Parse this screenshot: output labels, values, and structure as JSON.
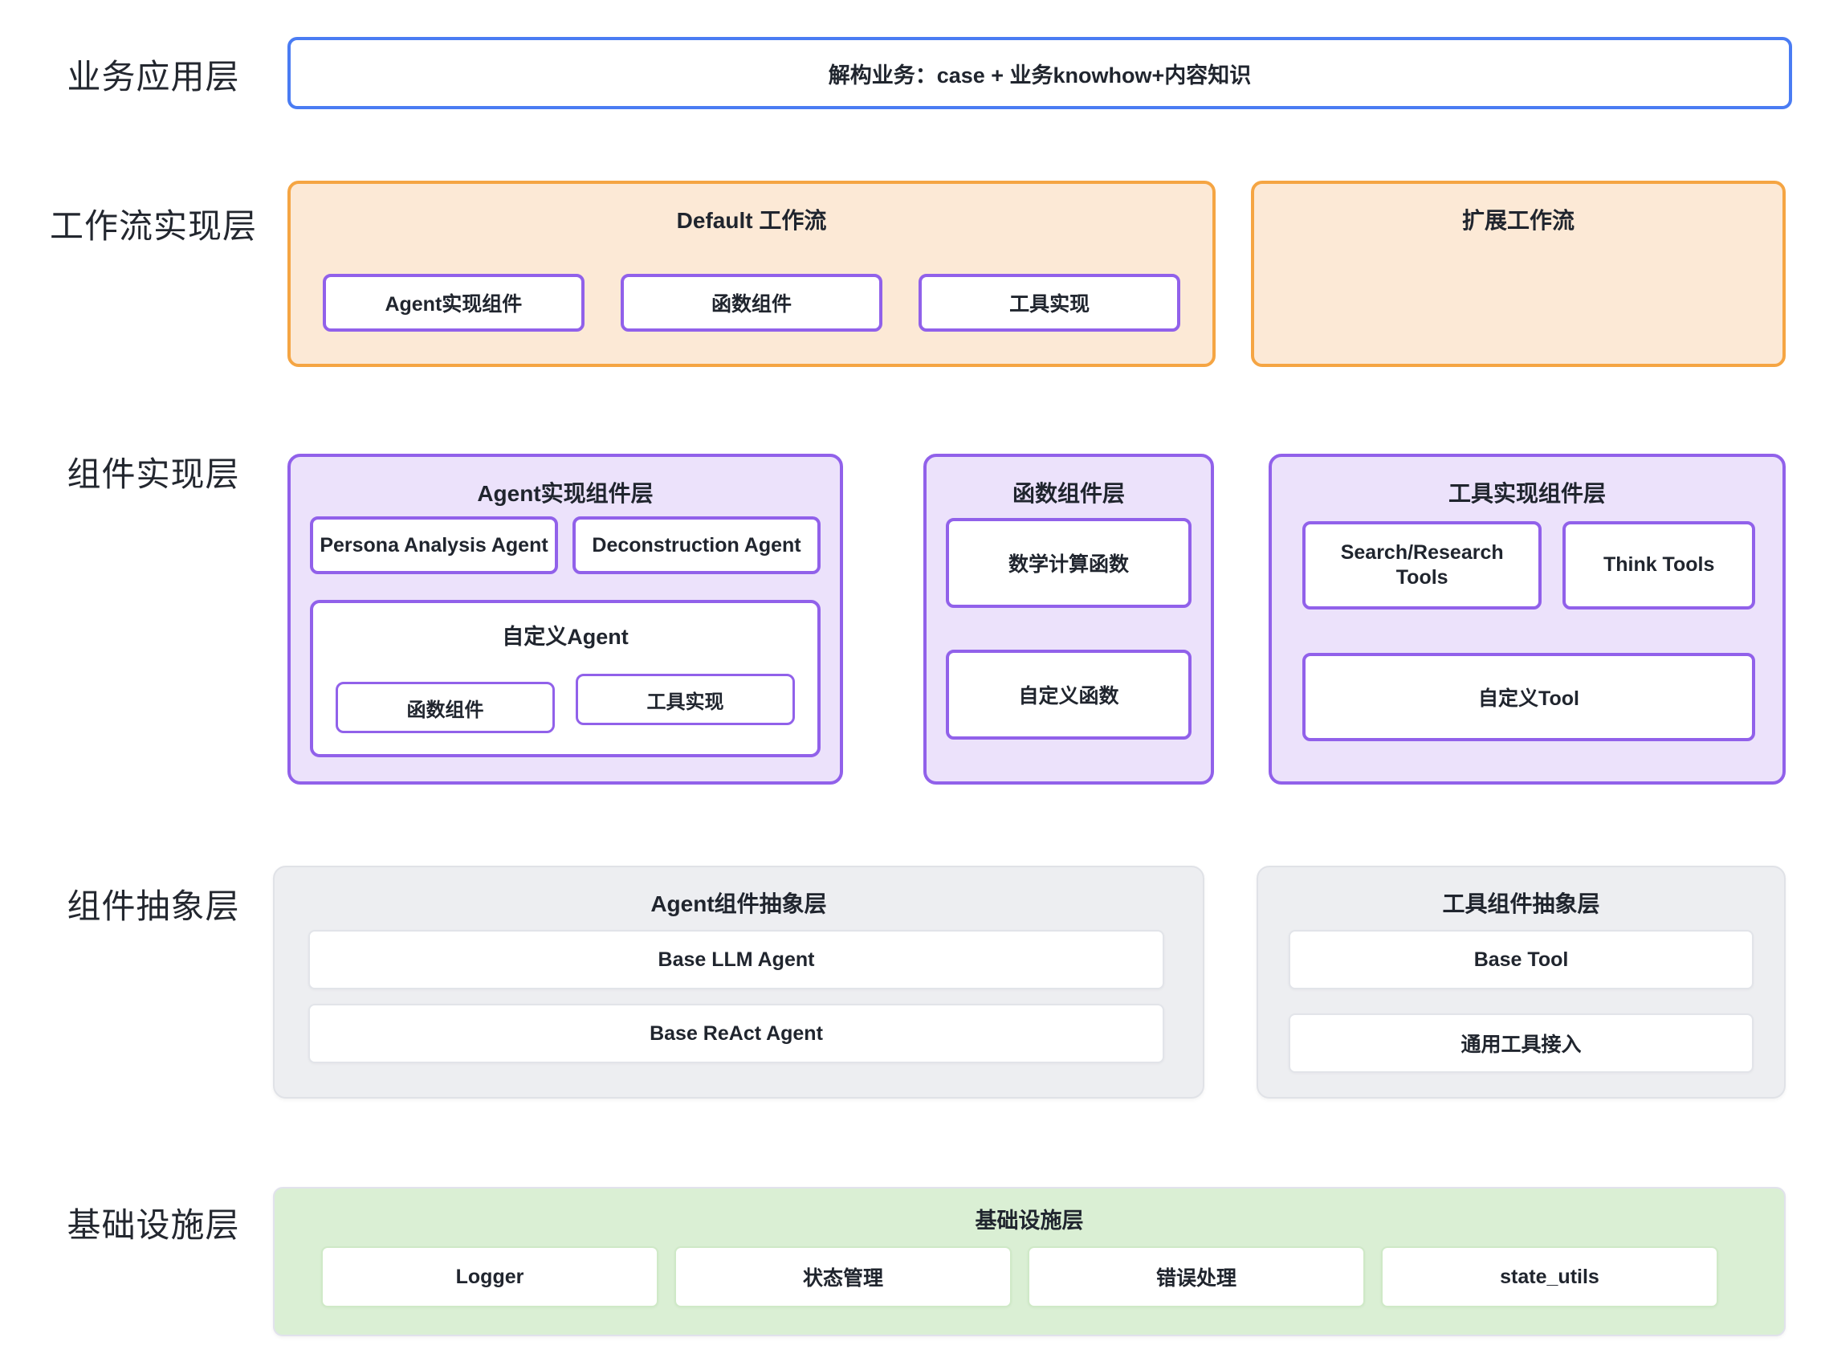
{
  "colors": {
    "business_border": "#4a7cf3",
    "workflow_fill": "#fce9d6",
    "workflow_border": "#f5a543",
    "component_fill": "#ece2fb",
    "component_border": "#9161ea",
    "abstraction_fill": "#edeef1",
    "infrastructure_fill": "#daefd4",
    "text": "#20252e"
  },
  "layers": {
    "business": {
      "label": "业务应用层",
      "box_text": "解构业务：case + 业务knowhow+内容知识"
    },
    "workflow": {
      "label": "工作流实现层",
      "default_flow": {
        "title": "Default 工作流",
        "items": [
          "Agent实现组件",
          "函数组件",
          "工具实现"
        ]
      },
      "extended_flow": {
        "title": "扩展工作流"
      }
    },
    "component_impl": {
      "label": "组件实现层",
      "agent_layer": {
        "title": "Agent实现组件层",
        "agents": [
          "Persona Analysis Agent",
          "Deconstruction Agent"
        ],
        "custom_agent": {
          "title": "自定义Agent",
          "items": [
            "函数组件",
            "工具实现"
          ]
        }
      },
      "function_layer": {
        "title": "函数组件层",
        "items": [
          "数学计算函数",
          "自定义函数"
        ]
      },
      "tool_layer": {
        "title": "工具实现组件层",
        "tools": [
          "Search/Research Tools",
          "Think Tools"
        ],
        "custom_tool": "自定义Tool"
      }
    },
    "abstraction": {
      "label": "组件抽象层",
      "agent_abstraction": {
        "title": "Agent组件抽象层",
        "items": [
          "Base LLM Agent",
          "Base ReAct Agent"
        ]
      },
      "tool_abstraction": {
        "title": "工具组件抽象层",
        "items": [
          "Base Tool",
          "通用工具接入"
        ]
      }
    },
    "infrastructure": {
      "label": "基础设施层",
      "box": {
        "title": "基础设施层",
        "items": [
          "Logger",
          "状态管理",
          "错误处理",
          "state_utils"
        ]
      }
    }
  }
}
